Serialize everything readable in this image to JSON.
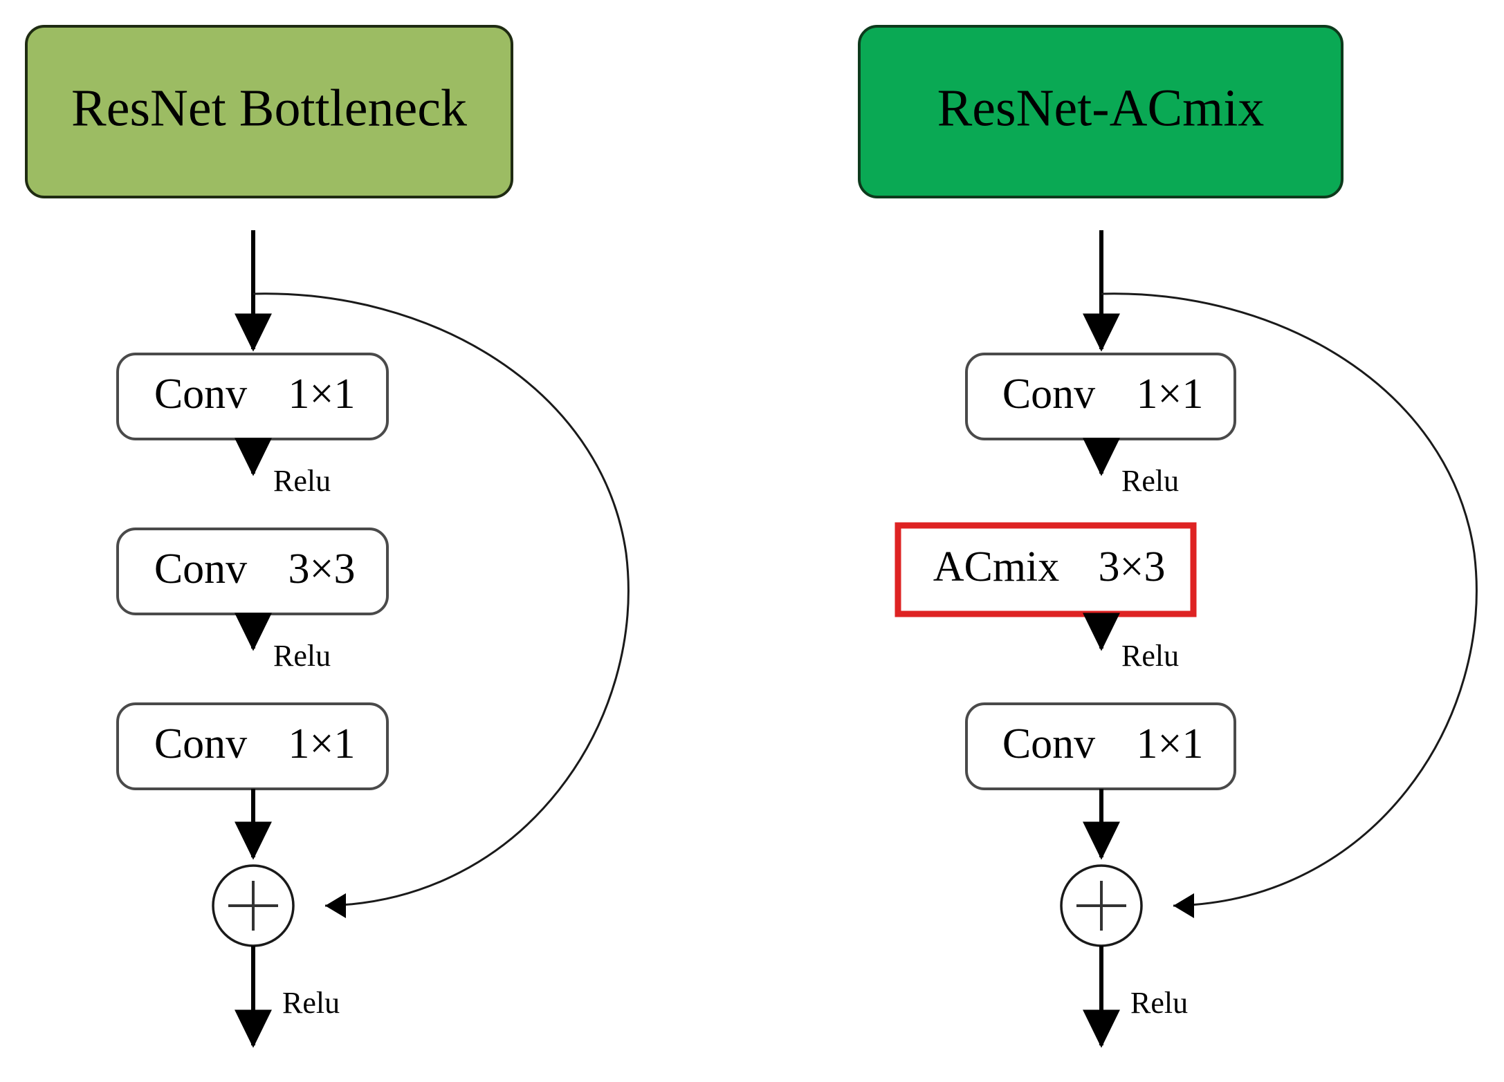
{
  "diagram": {
    "title_semantic": "resnet-bottleneck-vs-resnet-acmix-block-comparison",
    "colors": {
      "left_header_fill": "#9CBC63",
      "right_header_fill": "#0AA954",
      "header_border": "#1f2b12",
      "box_border": "#4a4a4a",
      "box_fill": "#ffffff",
      "highlight_red": "#de2323",
      "edge_color": "#000000",
      "background": "#ffffff"
    },
    "columns": [
      {
        "id": "left",
        "header": {
          "label": "ResNet Bottleneck",
          "fill": "#9CBC63"
        },
        "blocks": [
          {
            "id": "l-conv1",
            "op": "Conv",
            "kernel": "1×1",
            "highlight": false
          },
          {
            "id": "l-conv2",
            "op": "Conv",
            "kernel": "3×3",
            "highlight": false
          },
          {
            "id": "l-conv3",
            "op": "Conv",
            "kernel": "1×1",
            "highlight": false
          }
        ],
        "edge_labels": [
          "Relu",
          "Relu",
          "Relu"
        ],
        "sum_node": "+"
      },
      {
        "id": "right",
        "header": {
          "label": "ResNet-ACmix",
          "fill": "#0AA954"
        },
        "blocks": [
          {
            "id": "r-conv1",
            "op": "Conv",
            "kernel": "1×1",
            "highlight": false
          },
          {
            "id": "r-acmix",
            "op": "ACmix",
            "kernel": "3×3",
            "highlight": true
          },
          {
            "id": "r-conv3",
            "op": "Conv",
            "kernel": "1×1",
            "highlight": false
          }
        ],
        "edge_labels": [
          "Relu",
          "Relu",
          "Relu"
        ],
        "sum_node": "+"
      }
    ]
  }
}
